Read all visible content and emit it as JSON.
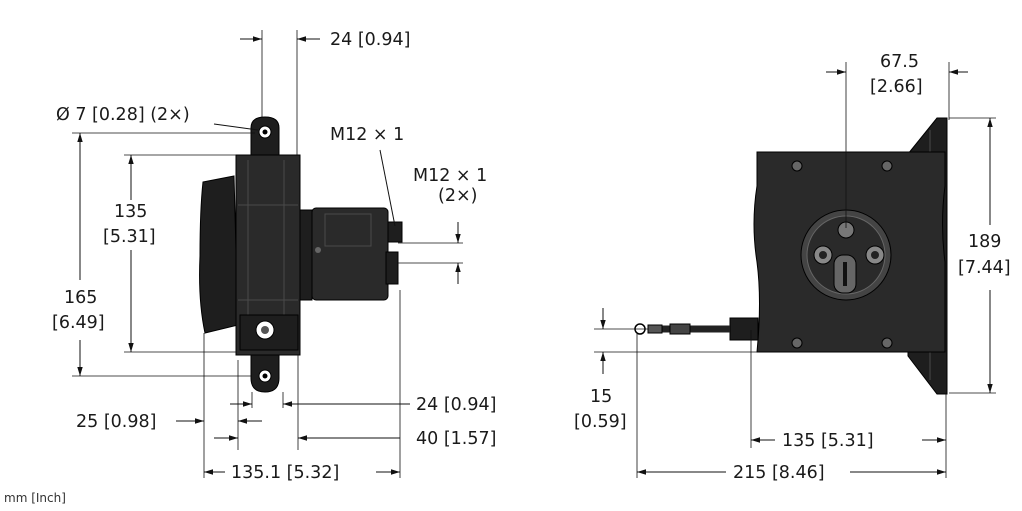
{
  "units_note": "mm [Inch]",
  "side_view": {
    "dims": {
      "top_width": "24 [0.94]",
      "hole": "Ø 7 [0.28] (2×)",
      "connector_a": "M12 × 1",
      "connector_b_line1": "M12 × 1",
      "connector_b_line2": "(2×)",
      "inner_height_line1": "135",
      "inner_height_line2": "[5.31]",
      "outer_height_line1": "165",
      "outer_height_line2": "[6.49]",
      "flange_offset": "25 [0.98]",
      "bottom_width": "24 [0.94]",
      "connector_depth": "40 [1.57]",
      "overall_depth": "135.1 [5.32]"
    }
  },
  "front_view": {
    "dims": {
      "center_offset_line1": "67.5",
      "center_offset_line2": "[2.66]",
      "height_line1": "189",
      "height_line2": "[7.44]",
      "cable_line1": "15",
      "cable_line2": "[0.59]",
      "half_width": "135 [5.31]",
      "overall_width": "215 [8.46]"
    }
  }
}
